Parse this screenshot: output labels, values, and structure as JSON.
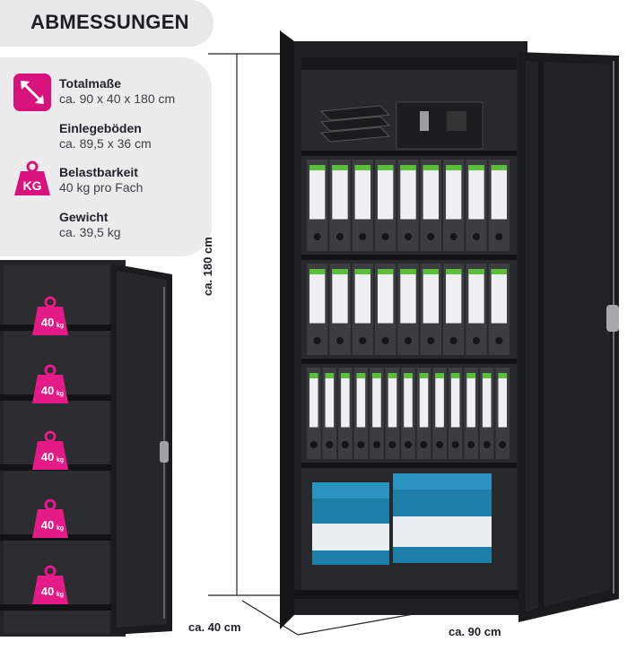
{
  "header": {
    "title": "ABMESSUNGEN"
  },
  "specs": [
    {
      "label": "Totalmaße",
      "value": "ca. 90 x 40 x 180 cm",
      "icon": "diagonal-arrow-icon"
    },
    {
      "label": "Einlegeböden",
      "value": "ca. 89,5 x 36 cm",
      "icon": ""
    },
    {
      "label": "Belastbarkeit",
      "value": "40 kg pro Fach",
      "icon": "kg-weight-icon",
      "icon_text": "KG"
    },
    {
      "label": "Gewicht",
      "value": "ca. 39,5 kg",
      "icon": ""
    }
  ],
  "shelf_load": {
    "value": "40",
    "unit": "kg",
    "count": 5
  },
  "dimensions": {
    "height": "ca. 180 cm",
    "depth": "ca. 40 cm",
    "width": "ca. 90 cm"
  },
  "colors": {
    "accent": "#d8127d",
    "panel": "#ececec",
    "cabinet": "#1c1d1f"
  }
}
